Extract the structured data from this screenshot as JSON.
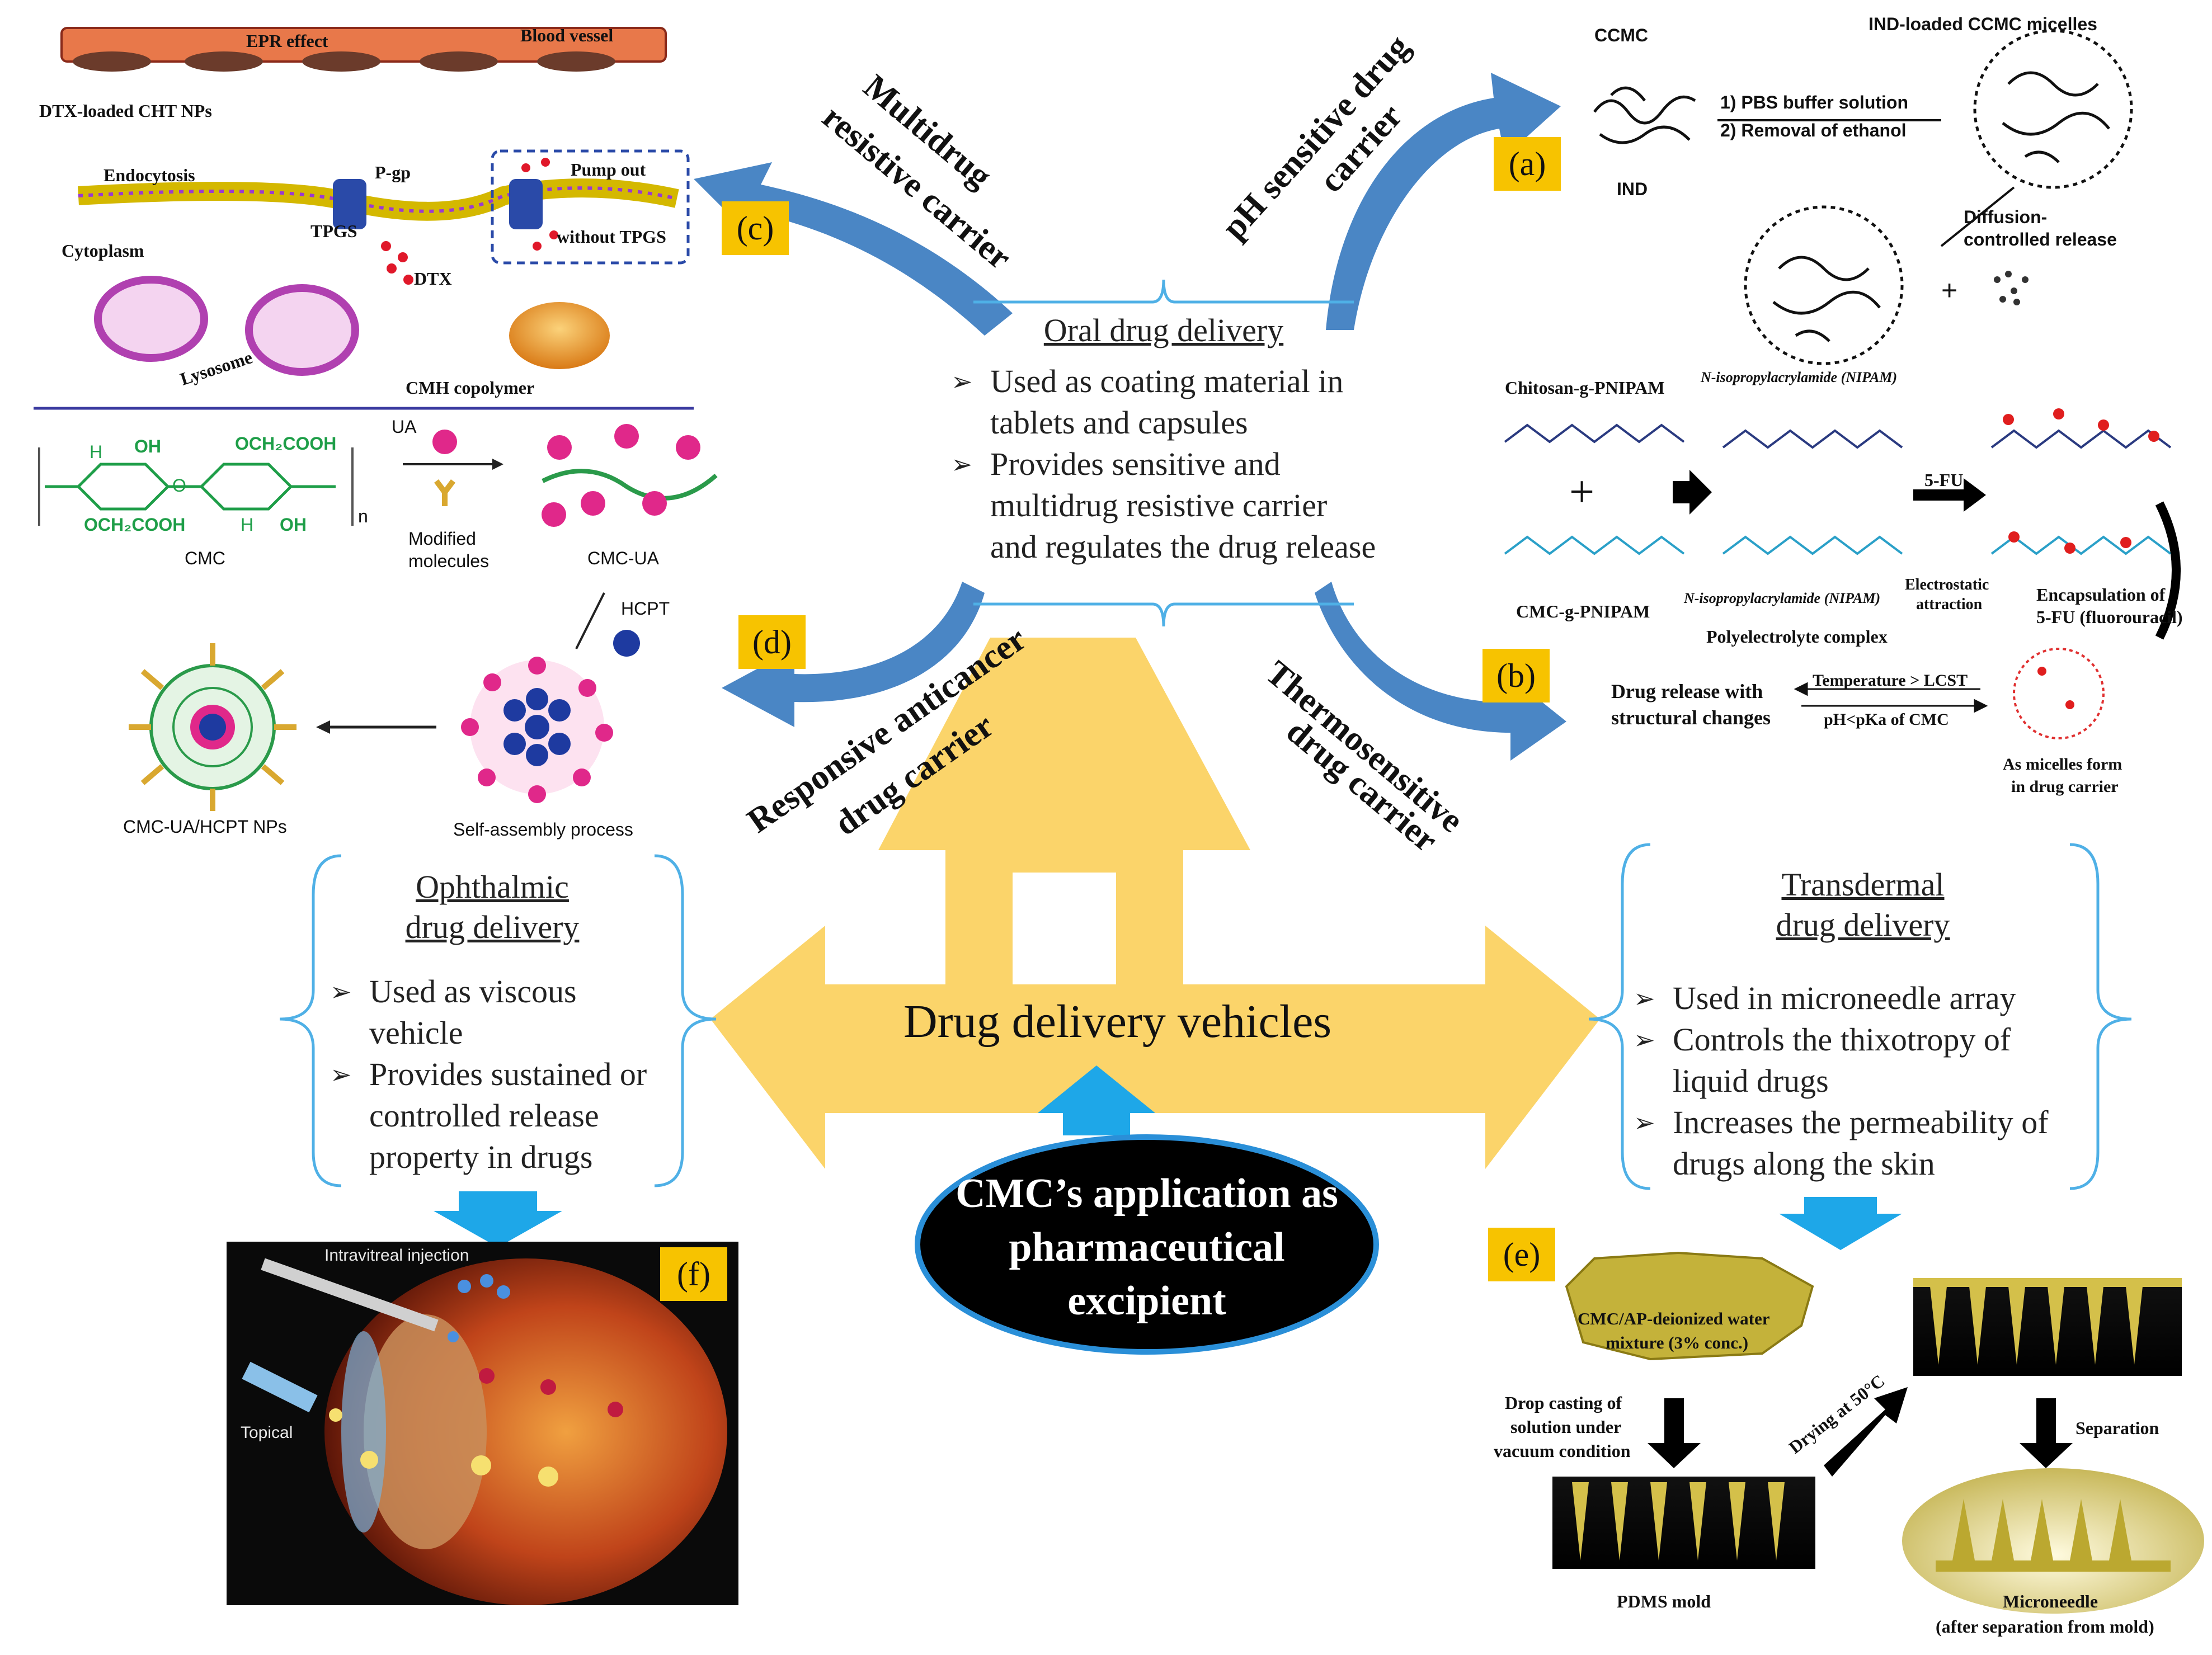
{
  "center": {
    "vehicles": "Drug delivery vehicles",
    "cmc_line1": "CMC’s application as",
    "cmc_line2": "pharmaceutical",
    "cmc_line3": "excipient"
  },
  "oral": {
    "heading": "Oral drug delivery",
    "bullets": [
      "Used as coating material in tablets and capsules",
      "Provides sensitive and multidrug resistive carrier and regulates the drug release"
    ]
  },
  "ophthalmic": {
    "heading_1": "Ophthalmic",
    "heading_2": "drug delivery",
    "bullets": [
      "Used as viscous vehicle",
      "Provides sustained or controlled release property in drugs"
    ]
  },
  "transdermal": {
    "heading_1": "Transdermal",
    "heading_2": "drug delivery",
    "bullets": [
      "Used in microneedle array",
      "Controls the thixotropy of liquid drugs",
      "Increases the permeability of drugs along the skin"
    ]
  },
  "carriers": {
    "multidrug_1": "Multidrug",
    "multidrug_2": "resistive carrier",
    "ph_1": "pH sensitive drug",
    "ph_2": "carrier",
    "anticancer_1": "Responsive anticancer",
    "anticancer_2": "drug carrier",
    "thermo_1": "Thermosensitive",
    "thermo_2": "drug carrier"
  },
  "labels": {
    "a": "(a)",
    "b": "(b)",
    "c": "(c)",
    "d": "(d)",
    "e": "(e)",
    "f": "(f)"
  },
  "panel_c": {
    "epr": "EPR effect",
    "vessel": "Blood vessel",
    "dtx_nps": "DTX-loaded CHT NPs",
    "endocytosis": "Endocytosis",
    "pgp": "P-gp",
    "tpgs": "TPGS",
    "pump_out": "Pump out",
    "without": "without TPGS",
    "cytoplasm": "Cytoplasm",
    "dtx": "DTX",
    "lysosome": "Lysosome",
    "cmh": "CMH copolymer"
  },
  "panel_d": {
    "cmc": "CMC",
    "ua": "UA",
    "modified_1": "Modified",
    "modified_2": "molecules",
    "cmc_ua": "CMC-UA",
    "hcpt": "HCPT",
    "np": "CMC-UA/HCPT NPs",
    "self": "Self-assembly process",
    "oh": "OH",
    "och2cooh": "OCH₂COOH",
    "h": "H",
    "n": "n",
    "o": "O"
  },
  "panel_a": {
    "ccmc": "CCMC",
    "ind": "IND",
    "step1": "1) PBS buffer solution",
    "step2": "2) Removal of ethanol",
    "micelles": "IND-loaded CCMC micelles",
    "diffusion_1": "Diffusion-",
    "diffusion_2": "controlled release",
    "plus": "+"
  },
  "panel_b": {
    "chitosan": "Chitosan-g-PNIPAM",
    "nipam_top": "N-isopropylacrylamide (NIPAM)",
    "cmc_g": "CMC-g-PNIPAM",
    "nipam_bottom": "N-isopropylacrylamide (NIPAM)",
    "electrostatic_1": "Electrostatic",
    "electrostatic_2": "attraction",
    "poly": "Polyelectrolyte complex",
    "fu": "5-FU",
    "encap_1": "Encapsulation of",
    "encap_2": "5-FU (fluorouracil)",
    "release_1": "Drug release with",
    "release_2": "structural changes",
    "temp": "Temperature > LCST",
    "ph": "pH<pKa of CMC",
    "micelles_1": "As micelles form",
    "micelles_2": "in drug carrier",
    "plus": "+"
  },
  "panel_e": {
    "mixture_1": "CMC/AP-deionized water",
    "mixture_2": "mixture (3% conc.)",
    "drop_1": "Drop casting of",
    "drop_2": "solution under",
    "drop_3": "vacuum condition",
    "drying": "Drying at 50°C",
    "separation": "Separation",
    "pdms": "PDMS mold",
    "micro_1": "Microneedle",
    "micro_2": "(after separation from mold)"
  },
  "panel_f": {
    "intravitreal": "Intravitreal injection",
    "topical": "Topical"
  },
  "colors": {
    "yellow_arrow": "#fbd46a",
    "blue_arrow": "#4a86c5",
    "cyan_arrow": "#1ea7e8",
    "label_bg": "#f7c300",
    "bracket": "#4fb0e6",
    "ellipse_fill": "#000000",
    "ellipse_stroke": "#2a8fd8"
  }
}
